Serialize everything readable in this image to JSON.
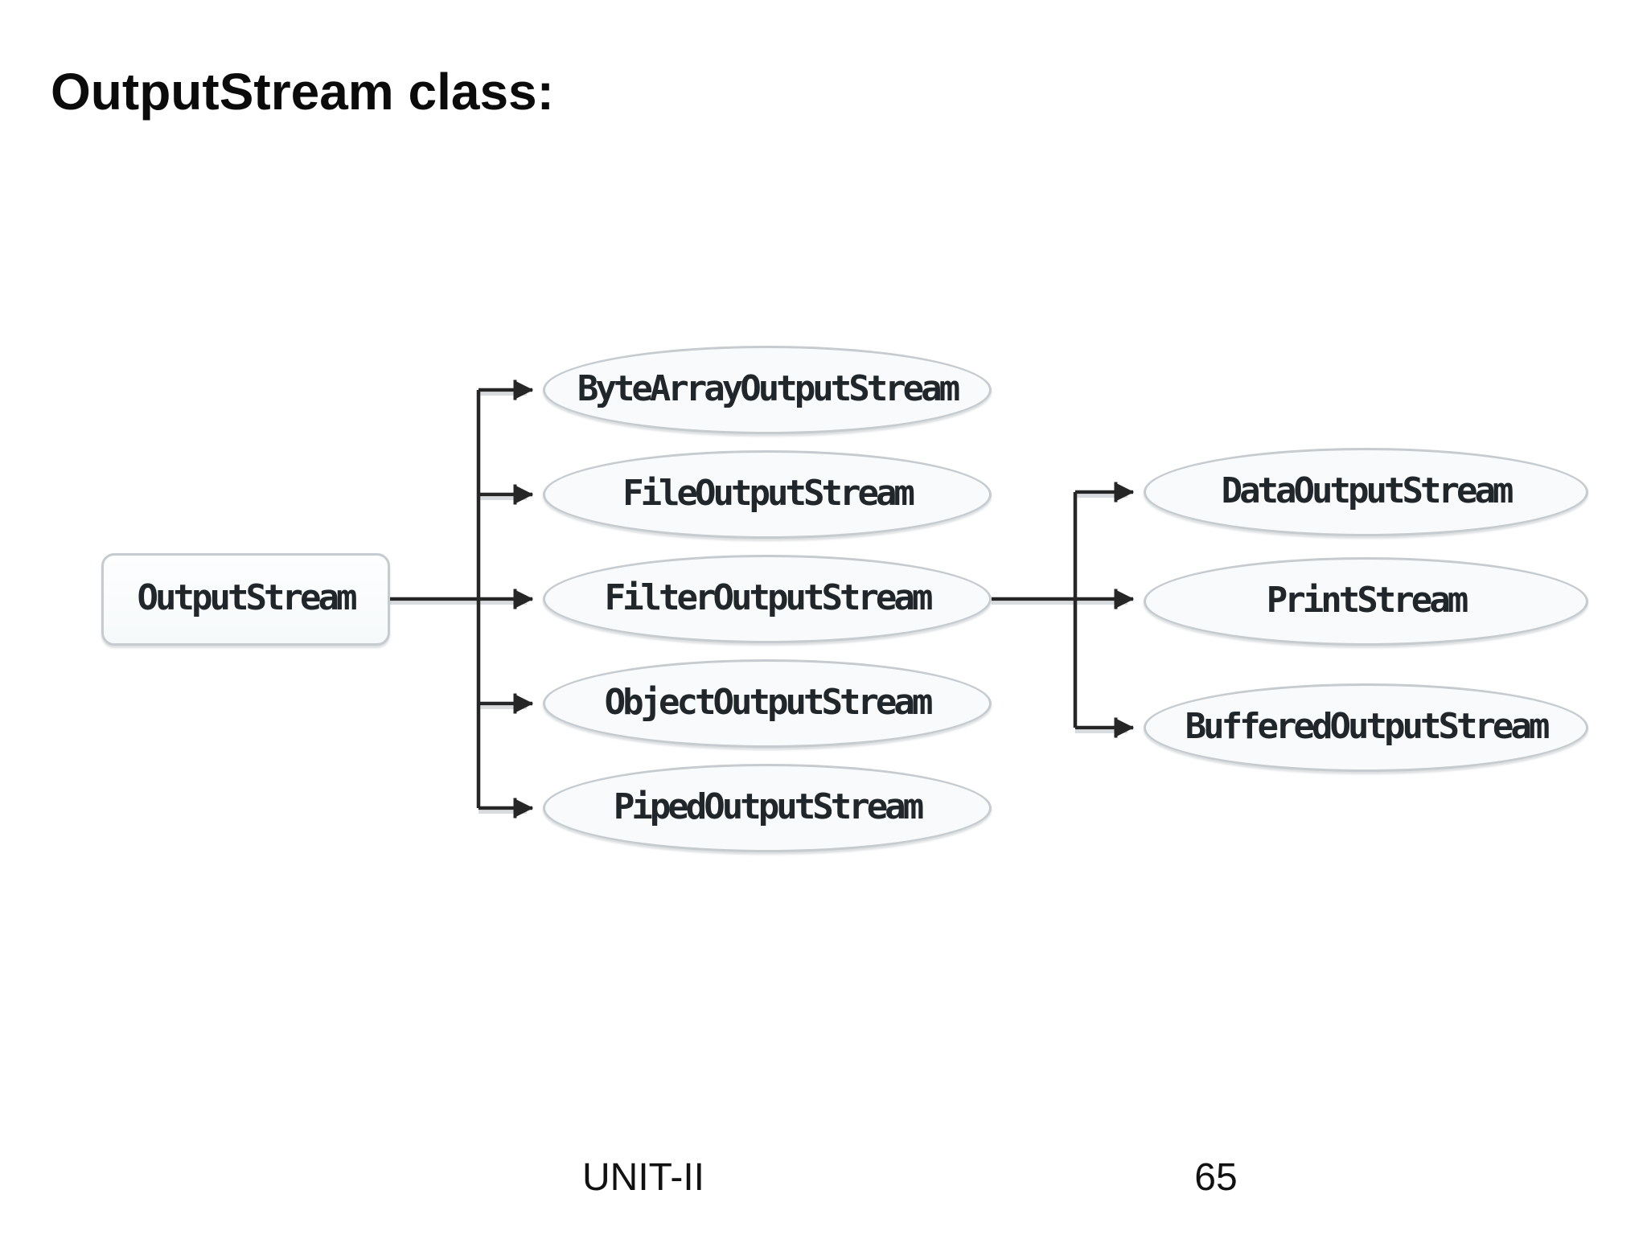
{
  "title": "OutputStream class:",
  "diagram": {
    "type": "class-hierarchy",
    "root": "OutputStream",
    "root_children": [
      "ByteArrayOutputStream",
      "FileOutputStream",
      "FilterOutputStream",
      "ObjectOutputStream",
      "PipedOutputStream"
    ],
    "filter_parent": "FilterOutputStream",
    "filter_children": [
      "DataOutputStream",
      "PrintStream",
      "BufferedOutputStream"
    ],
    "colors": {
      "node_fill": "#f8fafb",
      "node_border": "#c6cbcf",
      "line": "#262626",
      "node_text": "#21262a",
      "title_text": "#0b0b0b"
    }
  },
  "footer": {
    "unit": "UNIT-II",
    "page": "65"
  }
}
